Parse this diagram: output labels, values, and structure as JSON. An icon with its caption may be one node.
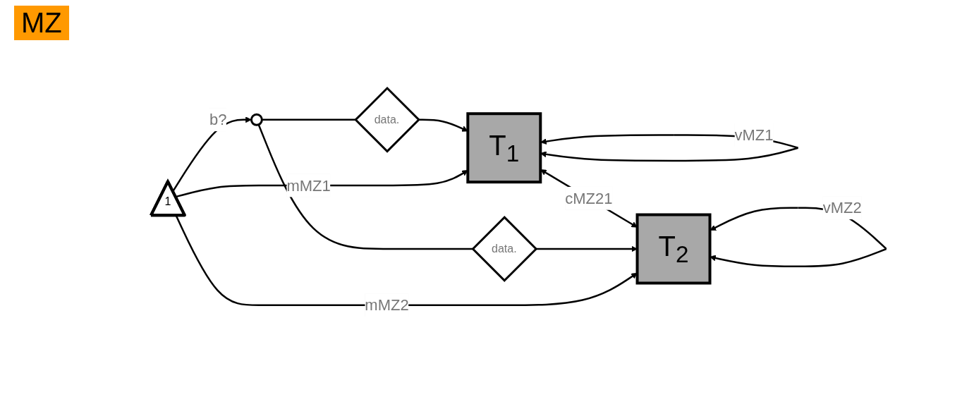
{
  "diagram": {
    "title": "MZ",
    "nodes": [
      {
        "text": [
          "T$_{1}$"
        ]
      },
      {
        "text": [
          "data."
        ]
      },
      {
        "text": [],
        "shape": "circle"
      },
      {
        "text": [
          "data."
        ]
      },
      {
        "text": [
          "T$_{2}$"
        ]
      },
      {
        "text": [
          "1"
        ]
      }
    ],
    "edges": [
      {
        "from": 0,
        "to": 0,
        "arrow": "both",
        "label": "vMZ1"
      },
      {
        "from": 4,
        "to": 4,
        "arrow": "both",
        "label": "vMZ2"
      },
      {
        "from": 0,
        "to": 4,
        "arrow": "both",
        "label": "cMZ21"
      },
      {
        "from": 2,
        "to": 1,
        "arrow": "none"
      },
      {
        "from": 1,
        "to": 0,
        "arrow": "to"
      },
      {
        "from": 2,
        "to": 3,
        "arrow": "none"
      },
      {
        "from": 3,
        "to": 4,
        "arrow": "to"
      },
      {
        "from": 5,
        "to": 2,
        "arrow": "to",
        "label": "b?"
      },
      {
        "from": 5,
        "to": 0,
        "arrow": "to",
        "label": "mMZ1"
      },
      {
        "from": 5,
        "to": 4,
        "arrow": "to",
        "label": "mMZ2"
      }
    ]
  }
}
